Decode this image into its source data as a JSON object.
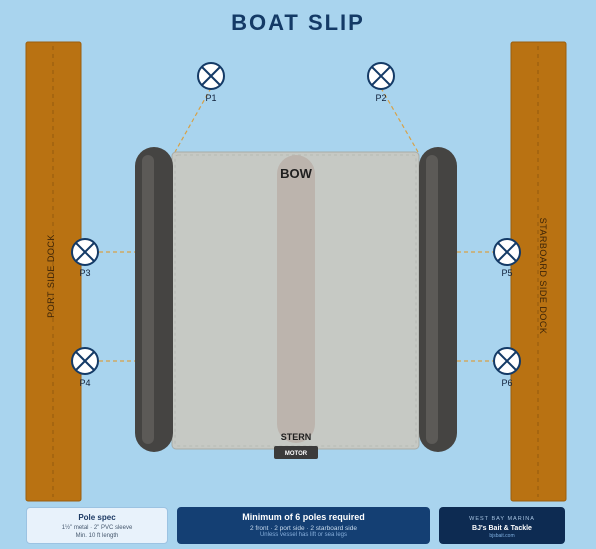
{
  "title": "BOAT SLIP",
  "docks": {
    "port_label": "PORT SIDE DOCK",
    "starboard_label": "STARBOARD SIDE DOCK"
  },
  "boat": {
    "bow_label": "BOW",
    "stern_label": "STERN",
    "motor_label": "MOTOR"
  },
  "poles": [
    {
      "id": "p1",
      "label": "P1"
    },
    {
      "id": "p2",
      "label": "P2"
    },
    {
      "id": "p3",
      "label": "P3"
    },
    {
      "id": "p4",
      "label": "P4"
    },
    {
      "id": "p5",
      "label": "P5"
    },
    {
      "id": "p6",
      "label": "P6"
    }
  ],
  "footer": {
    "spec": {
      "heading": "Pole spec",
      "line1": "1½\" metal · 2\" PVC sleeve",
      "line2": "Min. 10 ft length"
    },
    "requirement": {
      "heading": "Minimum of 6 poles required",
      "line1": "2 front · 2 port side · 2 starboard side",
      "line2": "Unless vessel has lift or sea legs"
    },
    "brand": {
      "tagline": "WEST BAY MARINA",
      "name": "BJ's Bait & Tackle",
      "url": "bjsbait.com"
    }
  },
  "colors": {
    "water": "#a9d4ee",
    "dock": "#b97212",
    "pontoon": "#454442",
    "deck": "#c6c9c4",
    "pole_fill": "#ffffff",
    "pole_stroke": "#143a66",
    "tie_line": "#d7a147",
    "title": "#143a66",
    "footer_dark": "#143f73"
  }
}
